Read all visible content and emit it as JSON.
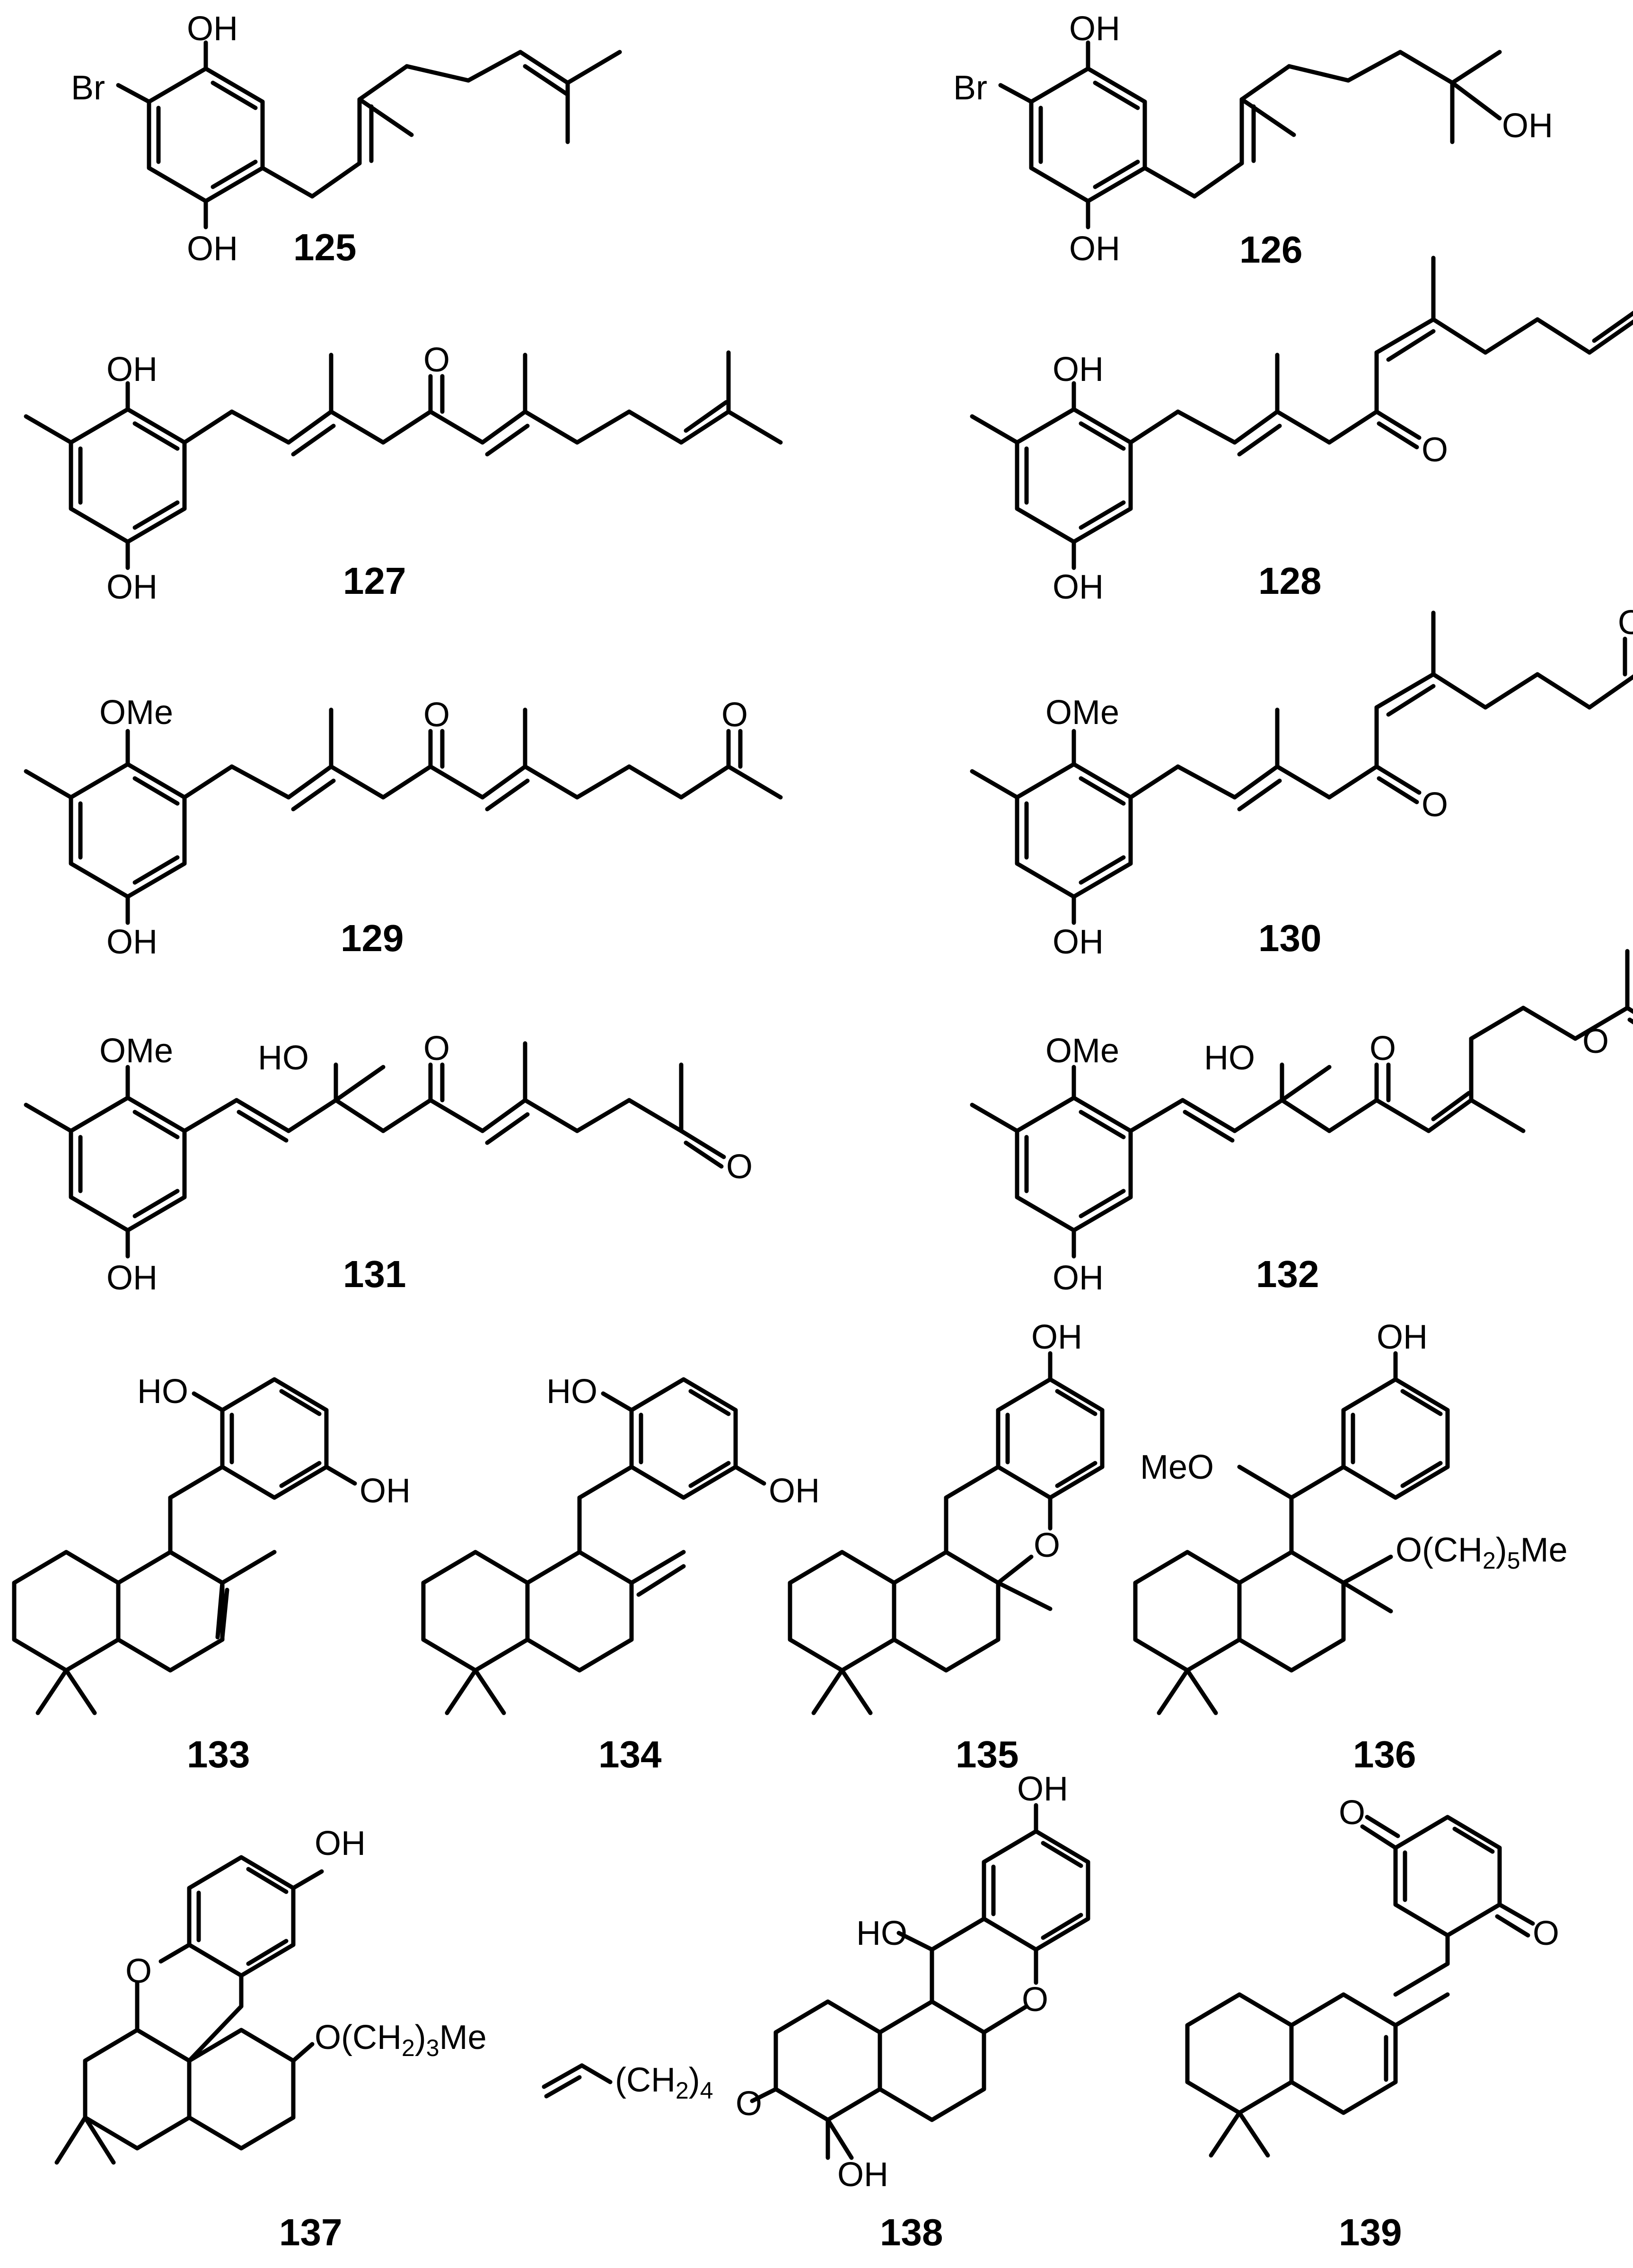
{
  "compounds": [
    {
      "label": "125",
      "atoms": [
        "OH",
        "Br",
        "OH"
      ]
    },
    {
      "label": "126",
      "atoms": [
        "OH",
        "Br",
        "OH",
        "OH"
      ]
    },
    {
      "label": "127",
      "atoms": [
        "OH",
        "OH",
        "O"
      ]
    },
    {
      "label": "128",
      "atoms": [
        "OH",
        "OH",
        "O"
      ]
    },
    {
      "label": "129",
      "atoms": [
        "OMe",
        "OH",
        "O",
        "O"
      ]
    },
    {
      "label": "130",
      "atoms": [
        "OMe",
        "OH",
        "O",
        "O"
      ]
    },
    {
      "label": "131",
      "atoms": [
        "OMe",
        "HO",
        "O",
        "OH",
        "O"
      ]
    },
    {
      "label": "132",
      "atoms": [
        "OMe",
        "HO",
        "O",
        "OH",
        "O"
      ]
    },
    {
      "label": "133",
      "atoms": [
        "HO",
        "OH"
      ]
    },
    {
      "label": "134",
      "atoms": [
        "HO",
        "OH"
      ]
    },
    {
      "label": "135",
      "atoms": [
        "OH",
        "O"
      ]
    },
    {
      "label": "136",
      "atoms": [
        "OH",
        "MeO",
        "O(CH",
        "2",
        ")",
        "5",
        "Me"
      ]
    },
    {
      "label": "137",
      "atoms": [
        "OH",
        "O",
        "O(CH",
        "2",
        ")",
        "3",
        "Me"
      ]
    },
    {
      "label": "138",
      "atoms": [
        "OH",
        "HO",
        "O",
        "(CH",
        "2",
        ")",
        "4",
        "O",
        "OH"
      ]
    },
    {
      "label": "139",
      "atoms": [
        "O",
        "O"
      ]
    }
  ]
}
